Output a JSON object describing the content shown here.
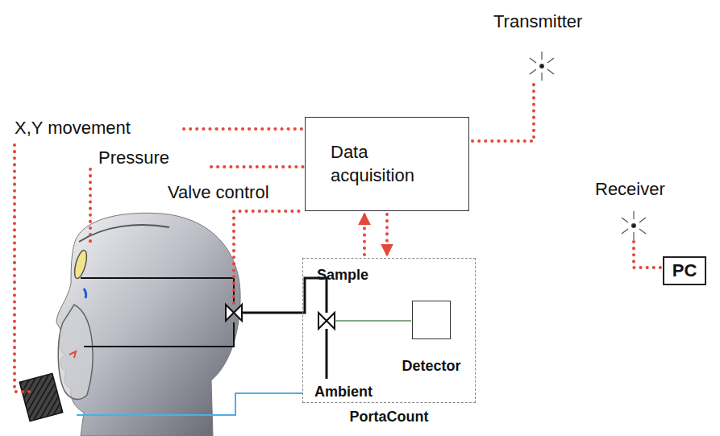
{
  "diagram": {
    "nodes": [
      {
        "text": [
          "Data acquisition"
        ]
      },
      {
        "text": [
          "PC"
        ]
      },
      {
        "text": [
          "PortaCount"
        ]
      },
      {
        "text": [
          "Detector"
        ],
        "in": 2
      }
    ],
    "edges": [
      {
        "from": 2,
        "to": 0,
        "arrow": "to"
      },
      {
        "from": 0,
        "to": 2,
        "arrow": "to"
      }
    ],
    "labels": [
      "Transmitter",
      "X,Y movement",
      "Pressure",
      "Valve control",
      "Receiver",
      "Sample",
      "Ambient"
    ]
  }
}
